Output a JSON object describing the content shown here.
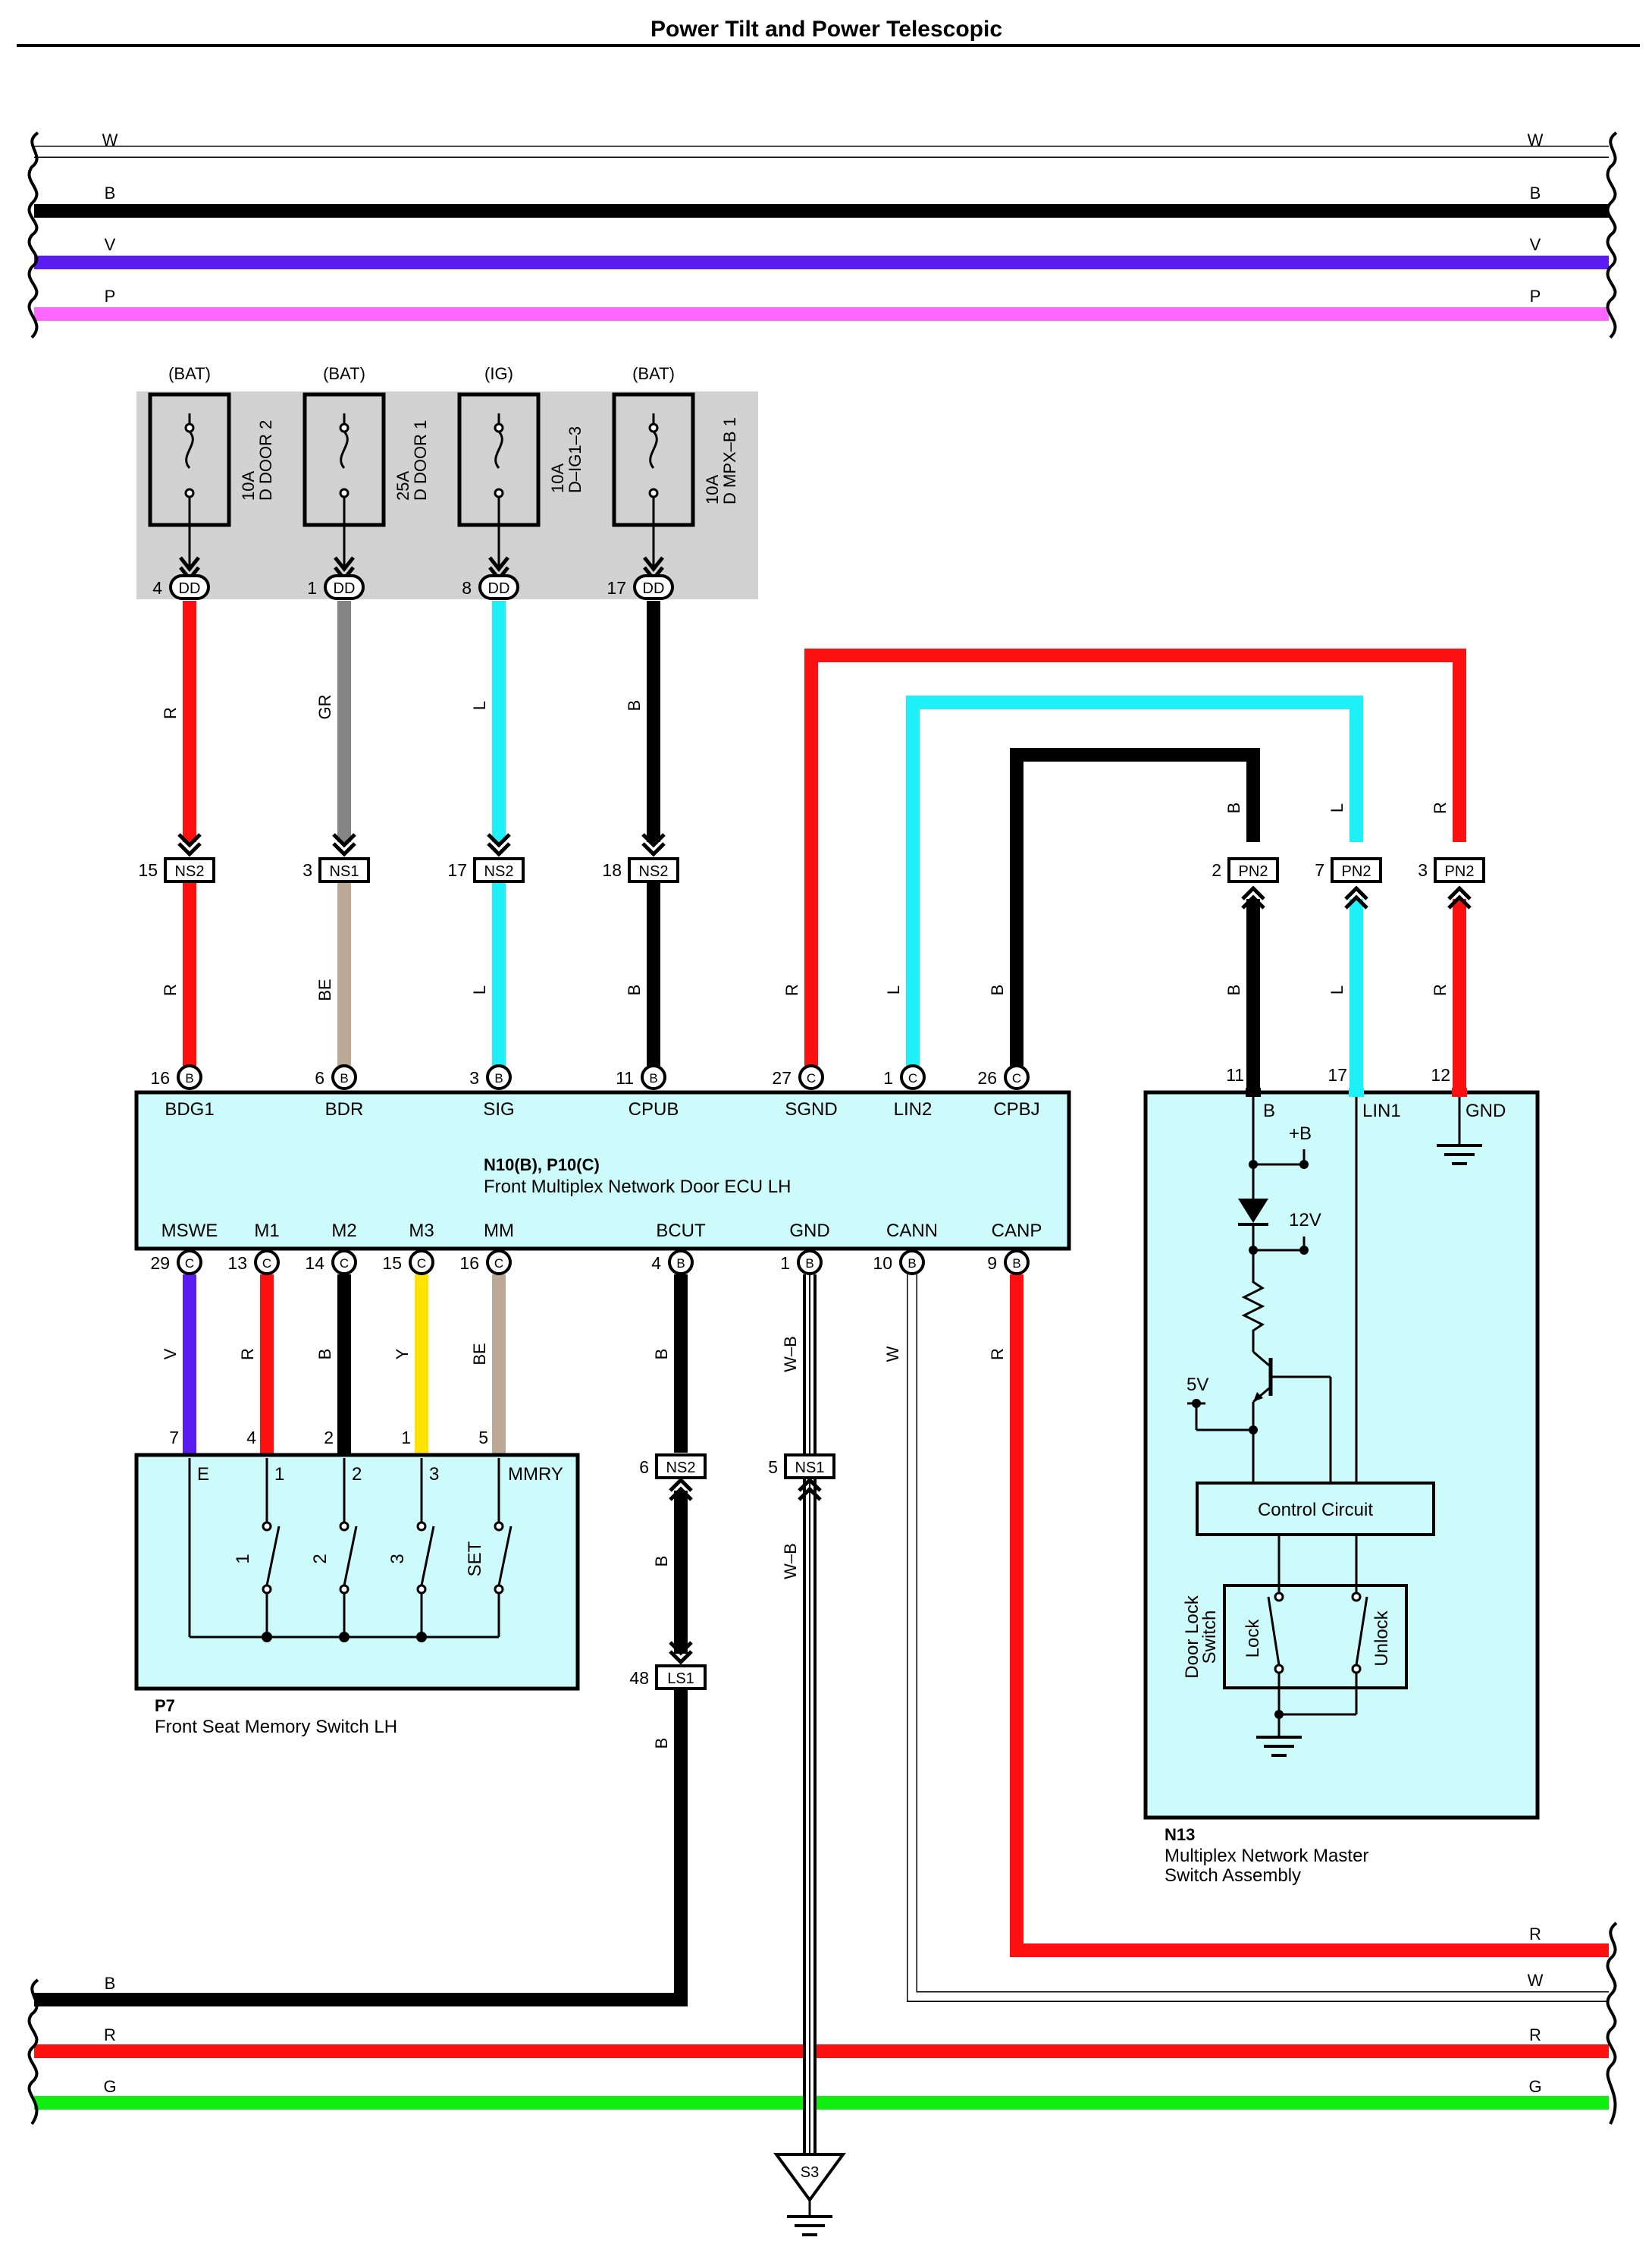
{
  "title": "Power Tilt and Power Telescopic",
  "colors": {
    "W": "#ffffff",
    "B": "#000000",
    "V": "#5a1cf0",
    "P": "#ff66ff",
    "R": "#ff1010",
    "GR": "#858585",
    "L": "#1ef0f8",
    "BE": "#bca896",
    "Y": "#ffe400",
    "G": "#10ee10",
    "fuse_box_fill": "#d2d2d2",
    "ecu_fill": "#cdfbfb"
  },
  "top_buses": [
    "W",
    "B",
    "V",
    "P"
  ],
  "bottom_buses": [
    "B",
    "R",
    "G"
  ],
  "fuses": [
    {
      "source": "(BAT)",
      "rating": "10A",
      "name": "D DOOR 2",
      "pin": "4",
      "connector": "DD",
      "wire": "R"
    },
    {
      "source": "(BAT)",
      "rating": "25A",
      "name": "D DOOR 1",
      "pin": "1",
      "connector": "DD",
      "wire": "GR"
    },
    {
      "source": "(IG)",
      "rating": "10A",
      "name": "D–IG1–3",
      "pin": "8",
      "connector": "DD",
      "wire": "L"
    },
    {
      "source": "(BAT)",
      "rating": "10A",
      "name": "D MPX–B 1",
      "pin": "17",
      "connector": "DD",
      "wire": "B"
    }
  ],
  "ns_connectors": [
    {
      "pin": "15",
      "name": "NS2",
      "lower_wire": "R"
    },
    {
      "pin": "3",
      "name": "NS1",
      "lower_wire": "BE"
    },
    {
      "pin": "17",
      "name": "NS2",
      "lower_wire": "L"
    },
    {
      "pin": "18",
      "name": "NS2",
      "lower_wire": "B"
    }
  ],
  "pn_connectors": [
    {
      "pin": "2",
      "name": "PN2",
      "wire": "B"
    },
    {
      "pin": "7",
      "name": "PN2",
      "wire": "L"
    },
    {
      "pin": "3",
      "name": "PN2",
      "wire": "R"
    }
  ],
  "ecu": {
    "title": "N10(B), P10(C)",
    "subtitle": "Front Multiplex Network Door ECU LH",
    "top_terminals": [
      {
        "pin": "16",
        "conn": "B",
        "label": "BDG1",
        "wire": "R"
      },
      {
        "pin": "6",
        "conn": "B",
        "label": "BDR",
        "wire": "BE"
      },
      {
        "pin": "3",
        "conn": "B",
        "label": "SIG",
        "wire": "L"
      },
      {
        "pin": "11",
        "conn": "B",
        "label": "CPUB",
        "wire": "B"
      },
      {
        "pin": "27",
        "conn": "C",
        "label": "SGND",
        "wire": "R"
      },
      {
        "pin": "1",
        "conn": "C",
        "label": "LIN2",
        "wire": "L"
      },
      {
        "pin": "26",
        "conn": "C",
        "label": "CPBJ",
        "wire": "B"
      }
    ],
    "bottom_terminals": [
      {
        "pin": "29",
        "conn": "C",
        "label": "MSWE",
        "wire": "V"
      },
      {
        "pin": "13",
        "conn": "C",
        "label": "M1",
        "wire": "R"
      },
      {
        "pin": "14",
        "conn": "C",
        "label": "M2",
        "wire": "B"
      },
      {
        "pin": "15",
        "conn": "C",
        "label": "M3",
        "wire": "Y"
      },
      {
        "pin": "16",
        "conn": "C",
        "label": "MM",
        "wire": "BE"
      },
      {
        "pin": "4",
        "conn": "B",
        "label": "BCUT",
        "wire": "B"
      },
      {
        "pin": "1",
        "conn": "B",
        "label": "GND",
        "wire": "W–B"
      },
      {
        "pin": "10",
        "conn": "B",
        "label": "CANN",
        "wire": "W"
      },
      {
        "pin": "9",
        "conn": "B",
        "label": "CANP",
        "wire": "R"
      }
    ]
  },
  "memory_switch": {
    "code": "P7",
    "name": "Front Seat Memory Switch LH",
    "pins": [
      "7",
      "4",
      "2",
      "1",
      "5"
    ],
    "terminals": [
      "E",
      "1",
      "2",
      "3",
      "MMRY"
    ],
    "switches": [
      "1",
      "2",
      "3",
      "SET"
    ]
  },
  "bcut_path": {
    "upper": {
      "pin": "6",
      "name": "NS2",
      "wire": "B"
    },
    "lower": {
      "pin": "48",
      "name": "LS1",
      "wire": "B"
    },
    "tail_wire": "B"
  },
  "gnd_path": {
    "connector": {
      "pin": "5",
      "name": "NS1"
    },
    "wire": "W–B",
    "ground_point": "S3"
  },
  "master": {
    "code": "N13",
    "name_line1": "Multiplex Network Master",
    "name_line2": "Switch Assembly",
    "pins": [
      "11",
      "17",
      "12"
    ],
    "terminals": [
      "B",
      "LIN1",
      "GND"
    ],
    "plus_b": "+B",
    "v12": "12V",
    "v5": "5V",
    "control": "Control Circuit",
    "door_lock_line1": "Door Lock",
    "door_lock_line2": "Switch",
    "lock": "Lock",
    "unlock": "Unlock"
  },
  "bottom_right_labels": [
    "R",
    "W",
    "R",
    "G"
  ]
}
